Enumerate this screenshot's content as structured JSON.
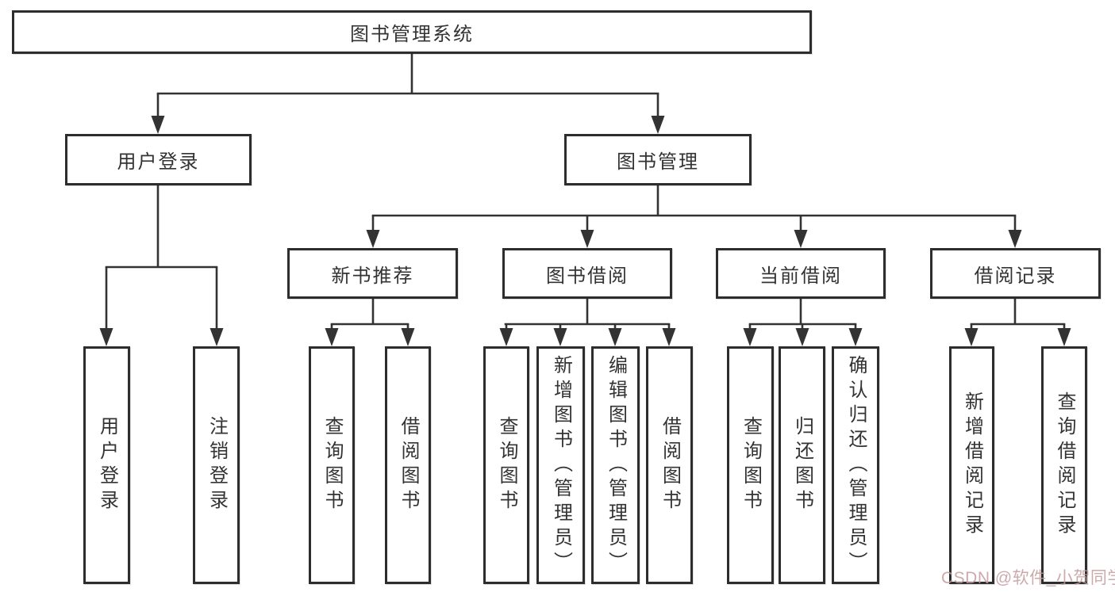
{
  "tree": {
    "root": {
      "label": "图书管理系统",
      "children": [
        {
          "label": "用户登录",
          "children": [
            {
              "label": "用户登录"
            },
            {
              "label": "注销登录"
            }
          ]
        },
        {
          "label": "图书管理",
          "children": [
            {
              "label": "新书推荐",
              "children": [
                {
                  "label": "查询图书"
                },
                {
                  "label": "借阅图书"
                }
              ]
            },
            {
              "label": "图书借阅",
              "children": [
                {
                  "label": "查询图书"
                },
                {
                  "label": "新增图书（管理员）"
                },
                {
                  "label": "编辑图书（管理员）"
                },
                {
                  "label": "借阅图书"
                }
              ]
            },
            {
              "label": "当前借阅",
              "children": [
                {
                  "label": "查询图书"
                },
                {
                  "label": "归还图书"
                },
                {
                  "label": "确认归还（管理员）"
                }
              ]
            },
            {
              "label": "借阅记录",
              "children": [
                {
                  "label": "新增借阅记录"
                },
                {
                  "label": "查询借阅记录"
                }
              ]
            }
          ]
        }
      ]
    }
  },
  "watermark": {
    "text": "CSDN @软件_小贺同学",
    "color": "#c49c9c"
  },
  "colors": {
    "line": "#333333",
    "box_border": "#2d2d2d",
    "box_fill": "#ffffff",
    "text": "#333333",
    "background": "#ffffff"
  }
}
